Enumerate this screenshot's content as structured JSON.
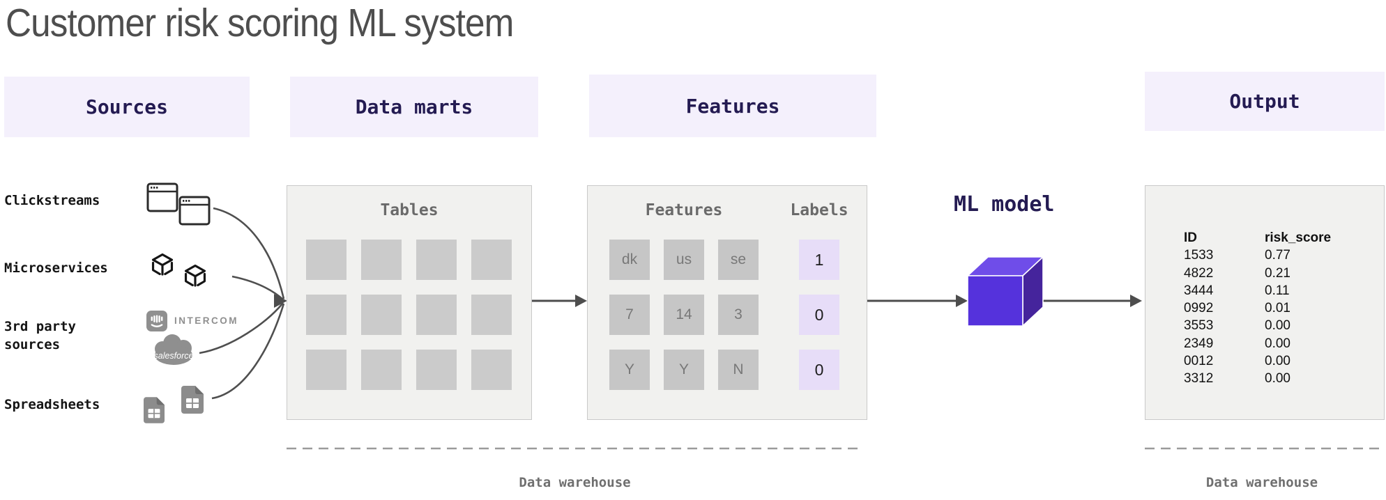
{
  "title": "Customer risk scoring ML system",
  "column_headers": {
    "sources": "Sources",
    "data_marts": "Data marts",
    "features": "Features",
    "output": "Output"
  },
  "sources": {
    "clickstreams_label": "Clickstreams",
    "microservices_label": "Microservices",
    "third_party_label": "3rd party sources",
    "spreadsheets_label": "Spreadsheets",
    "intercom_wordmark": "INTERCOM",
    "salesforce_wordmark": "salesforce"
  },
  "data_marts": {
    "box_title": "Tables"
  },
  "features": {
    "features_title": "Features",
    "labels_title": "Labels",
    "grid": [
      [
        "dk",
        "us",
        "se"
      ],
      [
        "7",
        "14",
        "3"
      ],
      [
        "Y",
        "Y",
        "N"
      ]
    ],
    "labels": [
      "1",
      "0",
      "0"
    ]
  },
  "ml_model": {
    "label": "ML model"
  },
  "output": {
    "col_id": "ID",
    "col_risk": "risk_score",
    "rows": [
      [
        "1533",
        "0.77"
      ],
      [
        "4822",
        "0.21"
      ],
      [
        "3444",
        "0.11"
      ],
      [
        "0992",
        "0.01"
      ],
      [
        "3553",
        "0.00"
      ],
      [
        "2349",
        "0.00"
      ],
      [
        "0012",
        "0.00"
      ],
      [
        "3312",
        "0.00"
      ]
    ]
  },
  "warehouse": {
    "left_label": "Data warehouse",
    "right_label": "Data warehouse"
  },
  "colors": {
    "header_bg": "#f4f0fc",
    "navy": "#241b52",
    "cube_front": "#5532dc",
    "cube_top": "#6f4de9",
    "cube_side": "#45249c",
    "label_cell_bg": "#e7ddf8"
  }
}
